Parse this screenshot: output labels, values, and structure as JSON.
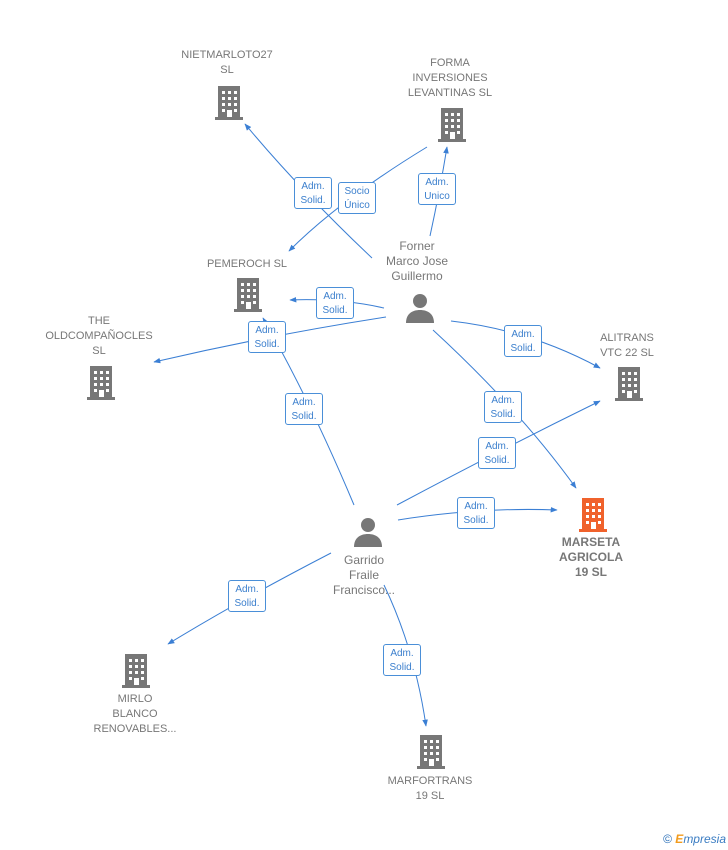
{
  "colors": {
    "edge": "#3b7fd4",
    "building": "#777777",
    "highlight": "#f0622c",
    "person": "#777777",
    "badge_text": "#3b7fcd"
  },
  "nodes": {
    "nietmarloto": {
      "line1": "NIETMARLOTO27",
      "line2": "SL"
    },
    "forma": {
      "line1": "FORMA",
      "line2": "INVERSIONES",
      "line3": "LEVANTINAS SL"
    },
    "pemeroch": {
      "line1": "PEMEROCH  SL"
    },
    "forner": {
      "line1": "Forner",
      "line2": "Marco Jose",
      "line3": "Guillermo"
    },
    "oldcompanocles": {
      "line1": "THE",
      "line2": "OLDCOMPAÑOCLES",
      "line3": "SL"
    },
    "alitrans": {
      "line1": "ALITRANS",
      "line2": "VTC 22  SL"
    },
    "marseta": {
      "line1": "MARSETA",
      "line2": "AGRICOLA",
      "line3": "19  SL"
    },
    "garrido": {
      "line1": "Garrido",
      "line2": "Fraile",
      "line3": "Francisco..."
    },
    "mirlo": {
      "line1": "MIRLO",
      "line2": "BLANCO",
      "line3": "RENOVABLES..."
    },
    "marfortrans": {
      "line1": "MARFORTRANS",
      "line2": "19  SL"
    }
  },
  "badges": {
    "b1": {
      "l1": "Adm.",
      "l2": "Solid."
    },
    "b2": {
      "l1": "Socio",
      "l2": "Único"
    },
    "b3": {
      "l1": "Adm.",
      "l2": "Unico"
    },
    "b4": {
      "l1": "Adm.",
      "l2": "Solid."
    },
    "b5": {
      "l1": "Adm.",
      "l2": "Solid."
    },
    "b6": {
      "l1": "Adm.",
      "l2": "Solid."
    },
    "b7": {
      "l1": "Adm.",
      "l2": "Solid."
    },
    "b8": {
      "l1": "Adm.",
      "l2": "Solid."
    },
    "b9": {
      "l1": "Adm.",
      "l2": "Solid."
    },
    "b10": {
      "l1": "Adm.",
      "l2": "Solid."
    },
    "b11": {
      "l1": "Adm.",
      "l2": "Solid."
    },
    "b12": {
      "l1": "Adm.",
      "l2": "Solid."
    }
  },
  "footer": {
    "copyright": "©",
    "brand_initial": "E",
    "brand_rest": "mpresia"
  }
}
